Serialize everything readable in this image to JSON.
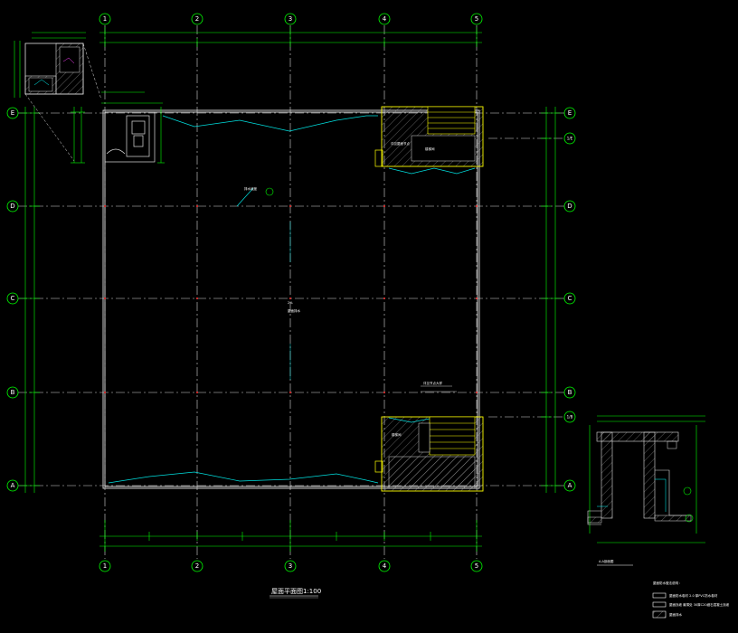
{
  "drawing": {
    "title": "屋面平面图1:100",
    "grid_columns": [
      "1",
      "2",
      "3",
      "4",
      "5"
    ],
    "grid_rows": [
      "E",
      "D",
      "C",
      "B",
      "A"
    ],
    "grid_extra": [
      "1/E",
      "1/B"
    ],
    "section_title": "A-A剖面图",
    "legend": {
      "title": "屋面防水做法说明 :",
      "items": [
        {
          "text": "屋面防水卷材 2.0 厚PVC防水卷材"
        },
        {
          "text": "屋面找坡 最薄处 30厚C20细石混凝土找坡"
        },
        {
          "text": "屋面排水"
        }
      ]
    },
    "plan_labels": {
      "roof_slope_1": "排水坡度",
      "roof_slope_2": "屋面排水",
      "roof_slope_3": "2%",
      "stair_room_top": "楼梯间",
      "stair_room_bottom": "楼梯间",
      "note_top": "详见屋面节点",
      "note_bottom": "详见节点大样"
    },
    "colors": {
      "grid_line": "#ffffff",
      "dim_line": "#00ff00",
      "yellow": "#ffff00",
      "cyan": "#00ffff",
      "background": "#000000"
    }
  }
}
